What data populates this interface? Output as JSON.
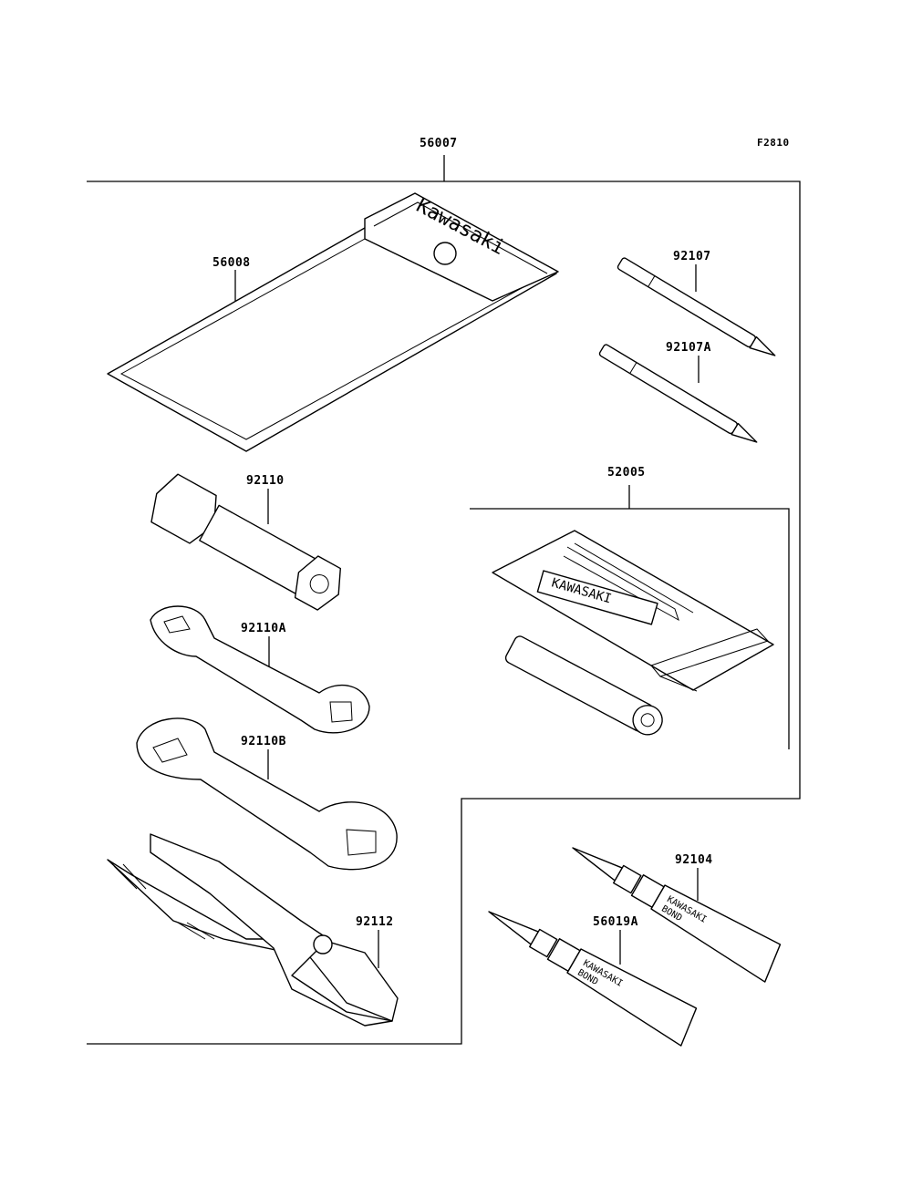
{
  "figure_code": "F2810",
  "parts": [
    {
      "id": "p56007",
      "number": "56007"
    },
    {
      "id": "p56008",
      "number": "56008"
    },
    {
      "id": "p92107",
      "number": "92107"
    },
    {
      "id": "p92107A",
      "number": "92107A"
    },
    {
      "id": "p52005",
      "number": "52005"
    },
    {
      "id": "p92110",
      "number": "92110"
    },
    {
      "id": "p92110A",
      "number": "92110A"
    },
    {
      "id": "p92110B",
      "number": "92110B"
    },
    {
      "id": "p92112",
      "number": "92112"
    },
    {
      "id": "p92104",
      "number": "92104"
    },
    {
      "id": "p56019A",
      "number": "56019A"
    }
  ],
  "brand": {
    "pouch": "Kawasaki",
    "kit_bag": "KAWASAKI",
    "tube_line1": "KAWASAKI",
    "tube_line2": "BOND"
  }
}
